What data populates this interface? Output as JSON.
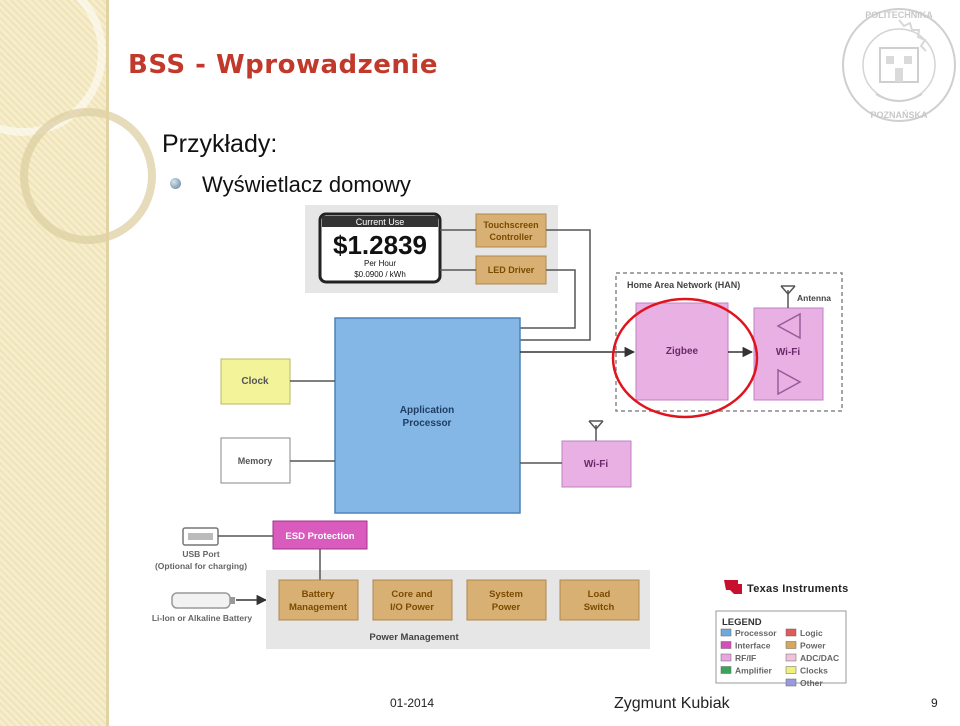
{
  "slide": {
    "title": "BSS - Wprowadzenie",
    "heading": "Przykłady:",
    "bullet": "Wyświetlacz domowy"
  },
  "display": {
    "current_use": "Current Use",
    "price": "$1.2839",
    "per_hour": "Per Hour",
    "rate": "$0.0900 / kWh"
  },
  "blocks": {
    "touchscreen": [
      "Touchscreen",
      "Controller"
    ],
    "led_driver": "LED Driver",
    "app_processor": [
      "Application",
      "Processor"
    ],
    "clock": "Clock",
    "memory": "Memory",
    "han_title": "Home Area Network (HAN)",
    "antenna": "Antenna",
    "zigbee": "Zigbee",
    "han_wifi": "Wi-Fi",
    "wifi": "Wi-Fi",
    "esd": "ESD Protection",
    "usb_port": [
      "USB Port",
      "(Optional for charging)"
    ],
    "battery_label": "Li-Ion or Alkaline Battery",
    "battery_mgmt": [
      "Battery",
      "Management"
    ],
    "core_io": [
      "Core and",
      "I/O Power"
    ],
    "system_power": [
      "System",
      "Power"
    ],
    "load_switch": [
      "Load",
      "Switch"
    ],
    "power_mgmt": "Power Management"
  },
  "vendor": "Texas Instruments",
  "legend": {
    "title": "LEGEND",
    "left": [
      {
        "label": "Processor",
        "color": "#6fa8dc"
      },
      {
        "label": "Interface",
        "color": "#d44fb8"
      },
      {
        "label": "RF/IF",
        "color": "#e8a6e0"
      },
      {
        "label": "Amplifier",
        "color": "#3aa55a"
      }
    ],
    "right": [
      {
        "label": "Logic",
        "color": "#e05a5a"
      },
      {
        "label": "Power",
        "color": "#d6a75f"
      },
      {
        "label": "ADC/DAC",
        "color": "#f0c4d8"
      },
      {
        "label": "Clocks",
        "color": "#f0f07a"
      },
      {
        "label": "Other",
        "color": "#9999dd"
      }
    ]
  },
  "footer": {
    "date": "01-2014",
    "author": "Zygmunt Kubiak",
    "page": "9"
  },
  "colors": {
    "processor": "#85b7e6",
    "rf": "#e9b0e4",
    "interface": "#d85bbd",
    "power": "#d8b073",
    "clock": "#f3f39a",
    "highlight": "#e0141e"
  }
}
